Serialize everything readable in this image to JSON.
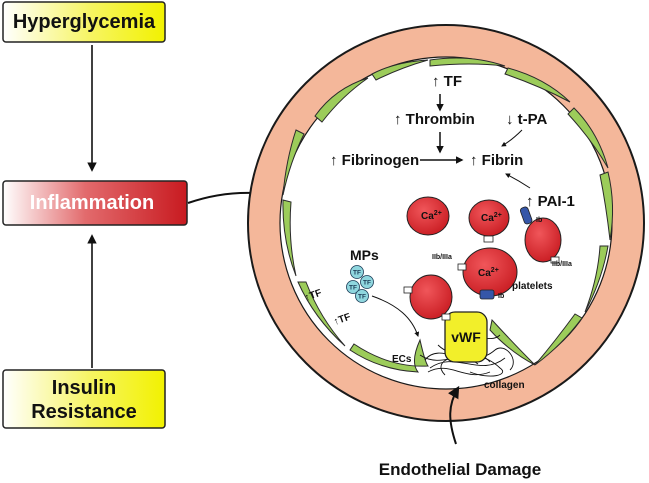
{
  "left_boxes": {
    "hyperglycemia": "Hyperglycemia",
    "inflammation": "Inflammation",
    "insulin_resistance_line1": "Insulin",
    "insulin_resistance_line2": "Resistance"
  },
  "vessel": {
    "tf": "TF",
    "thrombin": "Thrombin",
    "tpa": "t-PA",
    "fibrinogen": "Fibrinogen",
    "fibrin": "Fibrin",
    "pai1": "PAI-1",
    "ca2": "Ca",
    "ca2_sup": "2+",
    "ib": "Ib",
    "iib_iiia": "IIb/IIIa",
    "mps": "MPs",
    "mp_tf": "TF",
    "platelets": "platelets",
    "vwf": "vWF",
    "ecs": "ECs",
    "collagen": "collagen",
    "wall_tf": "TF"
  },
  "bottom_label": "Endothelial Damage",
  "colors": {
    "yellow_box": "#f2f200",
    "red_box": "#cc1f24",
    "vessel_wall": "#f4b79a",
    "endothelium": "#9ccc5a",
    "platelet": "#d7262b",
    "vwf": "#f2ef2a",
    "receptor_ib": "#3556a8",
    "mp_fill": "#8fd6de"
  }
}
